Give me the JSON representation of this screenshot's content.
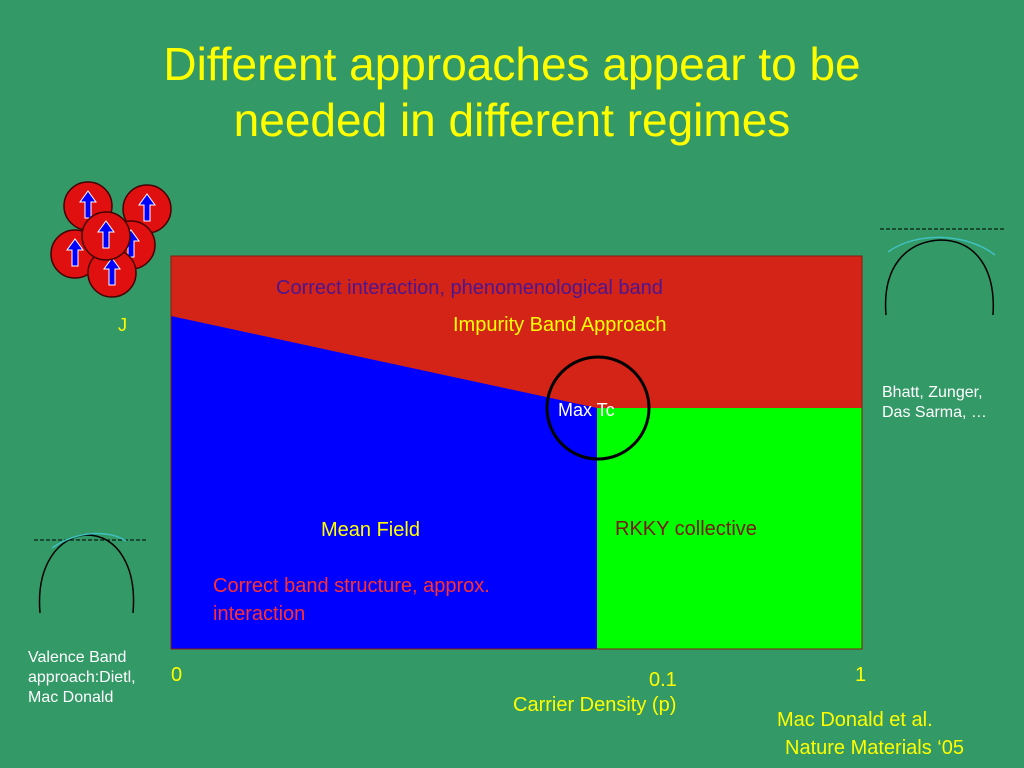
{
  "title": {
    "line1": "Different approaches appear to be",
    "line2": "needed in different regimes"
  },
  "spin_cluster": {
    "label": "J",
    "icon": "spin-up-arrow-icon"
  },
  "regions": {
    "top": {
      "label": "Correct interaction, phenomenological band",
      "approach": "Impurity Band Approach",
      "color": "#d42418"
    },
    "left": {
      "label": "Mean Field",
      "note_line1": "Correct band structure, approx.",
      "note_line2": "interaction",
      "color": "#0000ff"
    },
    "right": {
      "label": "RKKY collective",
      "color": "#00ff00"
    },
    "max_tc": "Max Tc"
  },
  "axis": {
    "ticks": [
      "0",
      "0.1",
      "1"
    ],
    "xlabel": "Carrier Density (p)"
  },
  "left_band_note": {
    "line1": "Valence Band",
    "line2": "approach:Dietl,",
    "line3": "Mac Donald"
  },
  "right_band_note": {
    "line1": "Bhatt, Zunger,",
    "line2": "Das Sarma, …"
  },
  "citation": {
    "line1": "Mac Donald et al.",
    "line2": "Nature Materials ‘05"
  },
  "colors": {
    "background": "#339966",
    "title": "#ffff00",
    "spin_ball": "#e01010",
    "spin_arrow": "#0000ff",
    "band_curve": "#000000",
    "band_arc": "#40c0c0"
  }
}
